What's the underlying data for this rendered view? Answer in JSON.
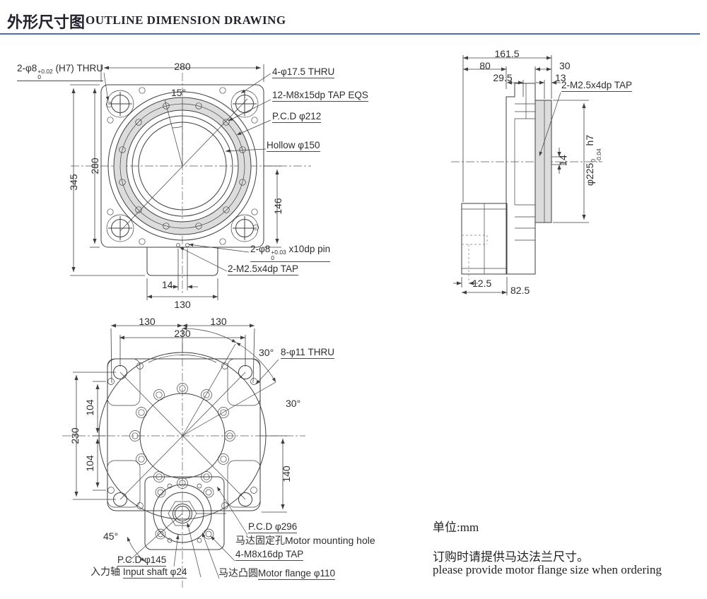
{
  "title": {
    "zh": "外形尺寸图",
    "en": "OUTLINE DIMENSION DRAWING"
  },
  "colors": {
    "accent_rule": "#4a72a8",
    "line": "#3f3f3f",
    "ring_fill": "#dcdcdc"
  },
  "front_view": {
    "dims": {
      "width_top": "280",
      "height_total": "345",
      "height_square": "280",
      "right_146": "146",
      "tab_offset": "14",
      "tab_width": "130",
      "angle": "15°"
    },
    "callouts": {
      "pin_pre": "2-φ8",
      "pin_sup": "+0.02",
      "pin_sub": "0",
      "pin_post": "(H7) THRU",
      "thru": "4-φ17.5 THRU",
      "tap12": "12-M8x15dp TAP EQS",
      "pcd212": "P.C.D φ212",
      "hollow": "Hollow φ150",
      "pin2_pre": "2-φ8",
      "pin2_sup": "+0.03",
      "pin2_sub": "0",
      "pin2_post": "x10dp pin",
      "tap2": "2-M2.5x4dp TAP"
    }
  },
  "side_view": {
    "dims": {
      "total": "161.5",
      "d80": "80",
      "d30": "30",
      "d29_5": "29.5",
      "d13": "13",
      "d14": "14",
      "d12_5": "12.5",
      "d82_5": "82.5"
    },
    "flange": {
      "pre": "φ225",
      "sup": "0",
      "sub": "-0.04",
      "post": "h7"
    },
    "callouts": {
      "tap": "2-M2.5x4dp TAP"
    }
  },
  "back_view": {
    "dims": {
      "d130_left": "130",
      "d130_right": "130",
      "d230_top": "230",
      "d230_left": "230",
      "d104_upper": "104",
      "d104_lower": "104",
      "d140": "140",
      "angle30_a": "30°",
      "angle30_b": "30°",
      "angle45": "45°"
    },
    "callouts": {
      "thru11": "8-φ11 THRU",
      "pcd296": "P.C.D φ296",
      "motor_hole_zh": "马达固定孔",
      "motor_hole_en": "Motor mounting hole",
      "tap4": "4-M8x16dp TAP",
      "pcd145": "P.C.D φ145",
      "input_zh": "入力轴",
      "input_en": "Input shaft φ24",
      "flange_zh": "马达凸圆",
      "flange_en": "Motor flange φ110"
    }
  },
  "notes": {
    "unit": "单位:mm",
    "order_zh": "订购时请提供马达法兰尺寸。",
    "order_en": "please provide motor flange size when ordering"
  }
}
